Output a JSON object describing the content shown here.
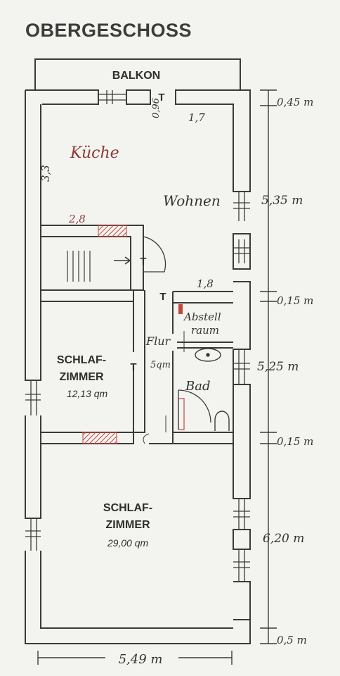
{
  "title": "OBERGESCHOSS",
  "labels": {
    "balkon": "BALKON",
    "kueche": "Küche",
    "wohnen": "Wohnen",
    "abstell_line1": "Abstell",
    "abstell_line2": "raum",
    "flur": "Flur",
    "flur_area": "5qm",
    "bad": "Bad",
    "schlaf1_line1": "SCHLAF-",
    "schlaf1_line2": "ZIMMER",
    "schlaf1_area": "12,13 qm",
    "schlaf2_line1": "SCHLAF-",
    "schlaf2_line2": "ZIMMER",
    "schlaf2_area": "29,00 qm",
    "door_t": "T"
  },
  "annotations": {
    "kueche_wall_left": "3,3",
    "kueche_wall_top": "0,96",
    "wohnen_wall_top": "1,7",
    "kueche_bottom": "2,8",
    "abstell_width": "1,8"
  },
  "dimensions": {
    "right": [
      "0,45 m",
      "5,35 m",
      "0,15 m",
      "5,25 m",
      "0,15 m",
      "6,20 m",
      "0,5 m"
    ],
    "bottom": "5,49 m"
  },
  "colors": {
    "wall": "#3a3a3a",
    "paper": "#f3f3ef",
    "hatch_red": "#c4453f"
  }
}
